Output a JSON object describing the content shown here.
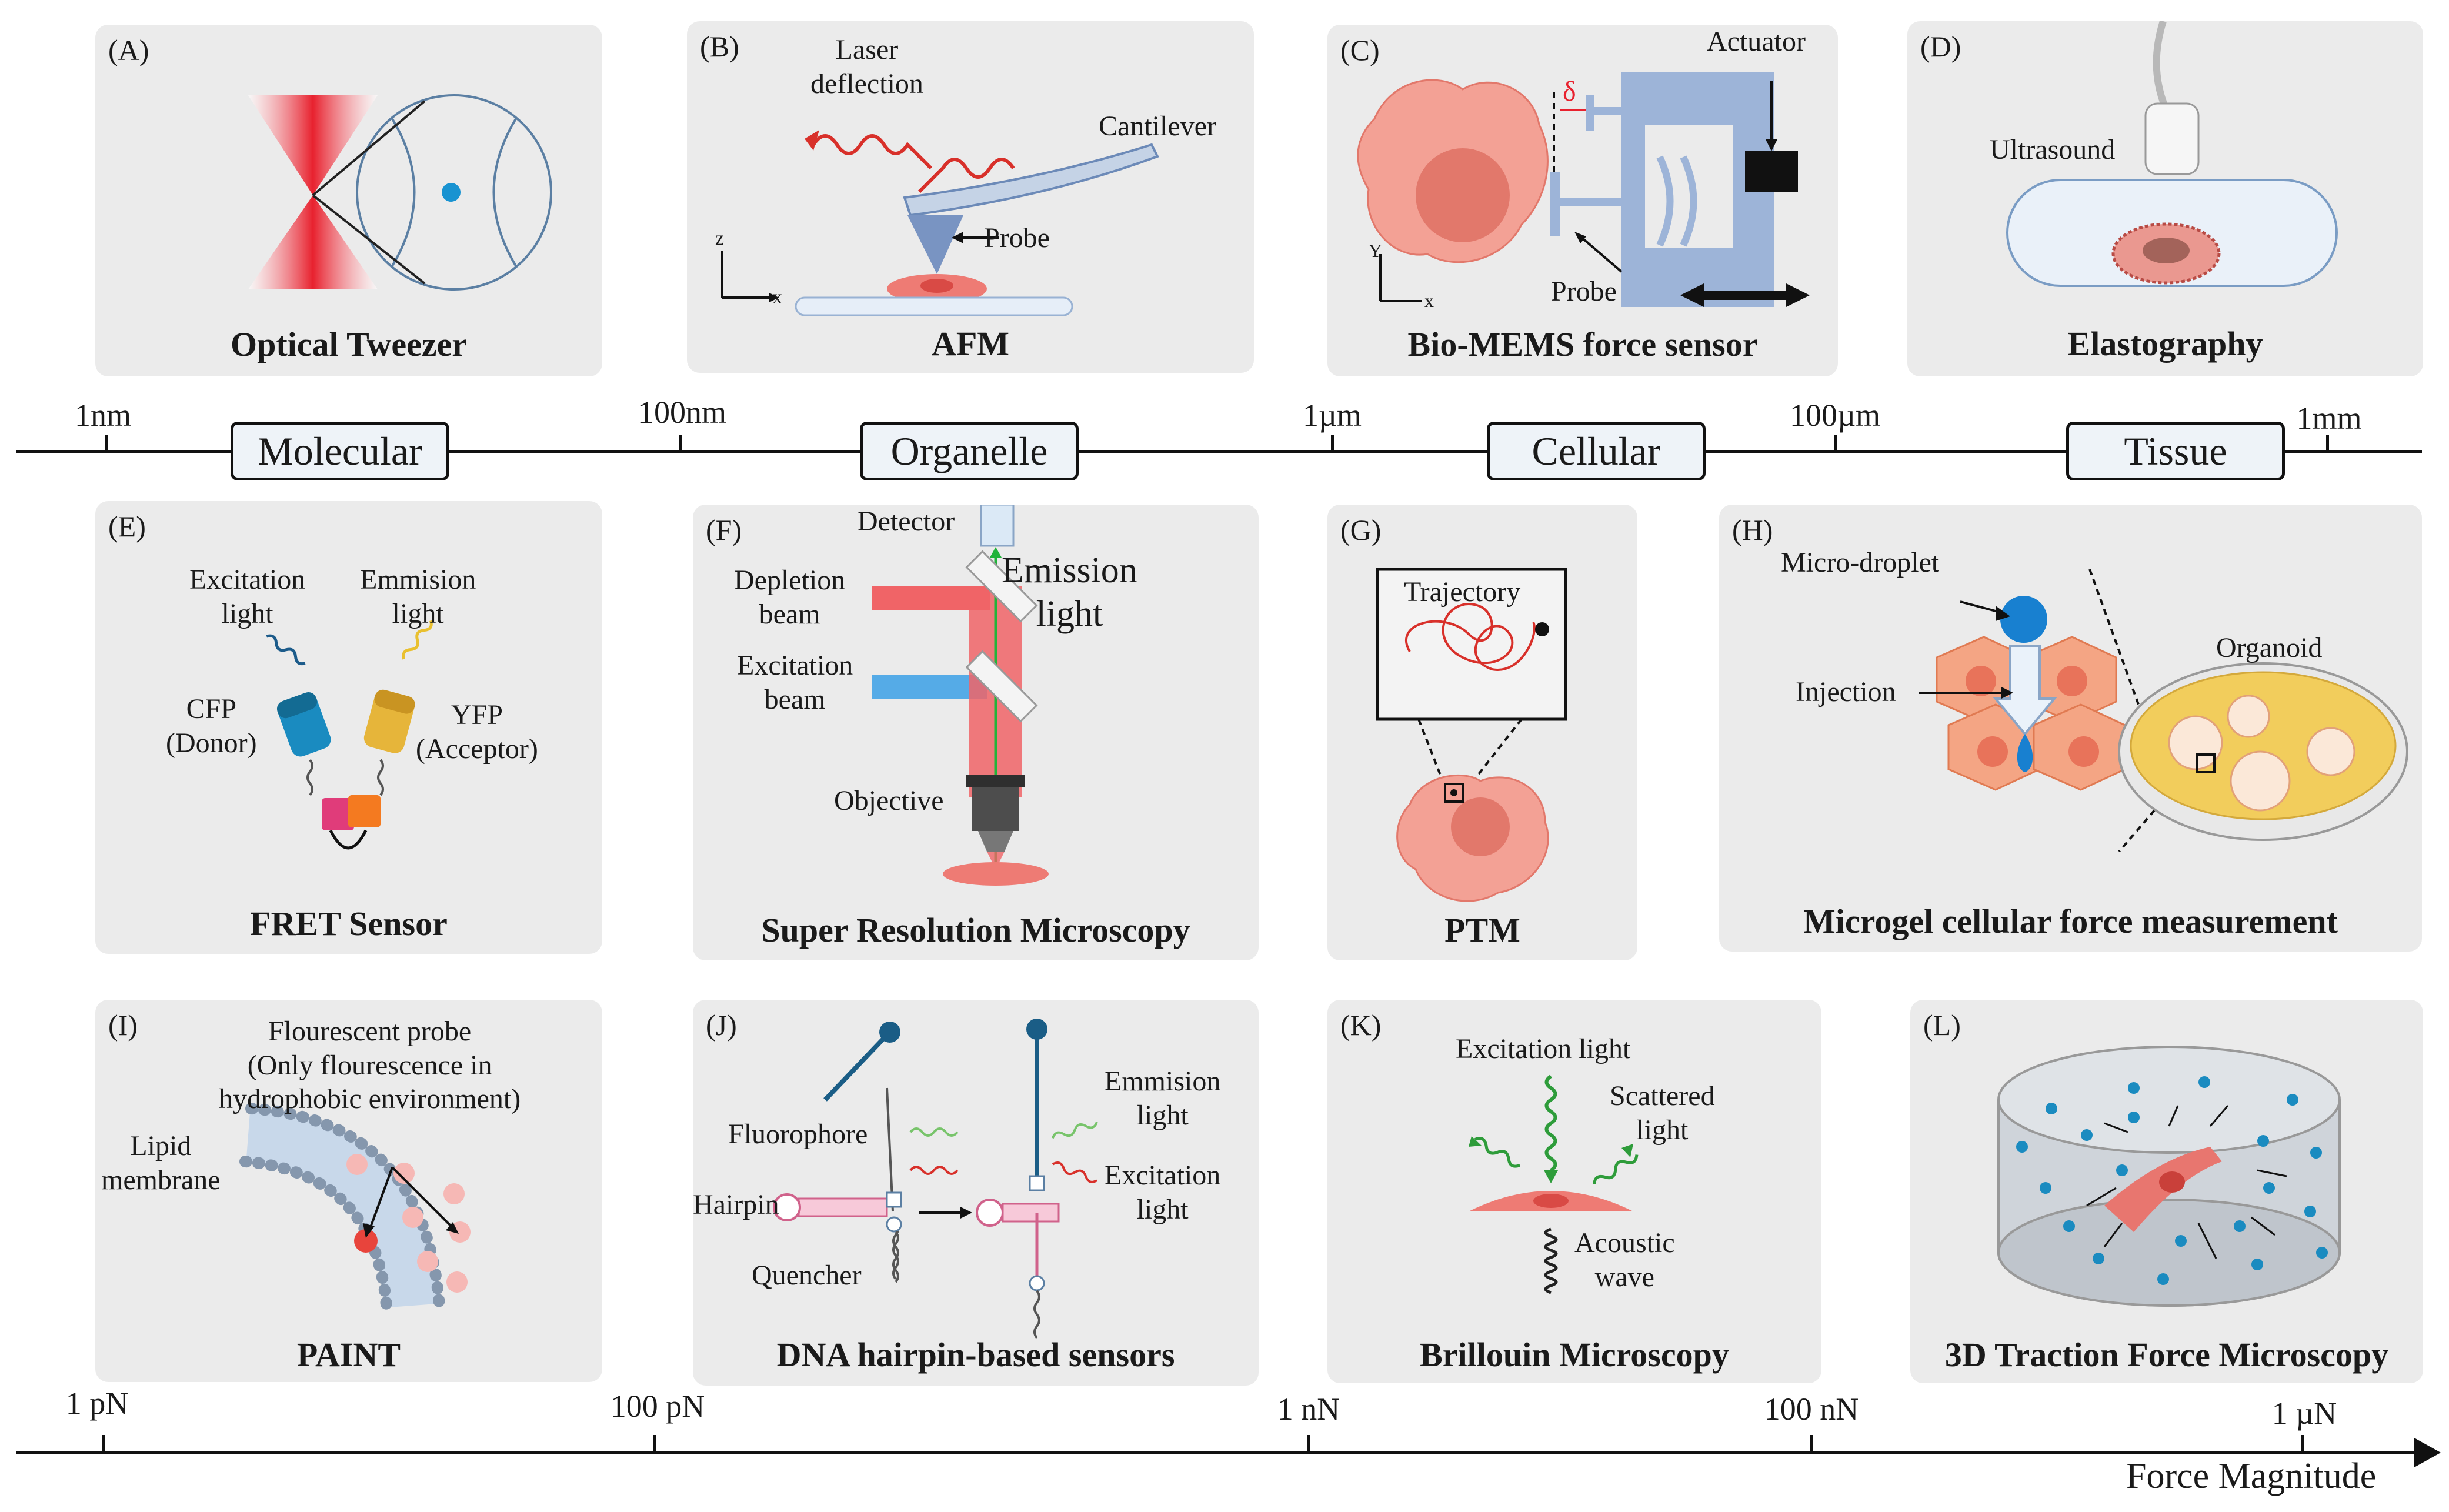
{
  "length_scale": {
    "ticks": [
      "1nm",
      "100nm",
      "1µm",
      "100µm",
      "1mm"
    ],
    "categories": [
      "Molecular",
      "Organelle",
      "Cellular",
      "Tissue"
    ]
  },
  "force_scale": {
    "ticks": [
      "1 pN",
      "100 pN",
      "1 nN",
      "100 nN",
      "1 µN"
    ],
    "title": "Force Magnitude"
  },
  "panels": {
    "A": {
      "letter": "(A)",
      "title": "Optical Tweezer"
    },
    "B": {
      "letter": "(B)",
      "title": "AFM",
      "labels": {
        "laser": "Laser\ndeflection",
        "cantilever": "Cantilever",
        "probe": "Probe",
        "z": "z",
        "x": "x"
      }
    },
    "C": {
      "letter": "(C)",
      "title": "Bio-MEMS force sensor",
      "labels": {
        "actuator": "Actuator",
        "delta": "δ",
        "probe": "Probe",
        "y": "Y",
        "x": "x"
      }
    },
    "D": {
      "letter": "(D)",
      "title": "Elastography",
      "labels": {
        "ultrasound": "Ultrasound"
      }
    },
    "E": {
      "letter": "(E)",
      "title": "FRET Sensor",
      "labels": {
        "excitation": "Excitation\nlight",
        "emission": "Emmision\nlight",
        "cfp": "CFP\n(Donor)",
        "yfp": "YFP\n(Acceptor)"
      }
    },
    "F": {
      "letter": "(F)",
      "title": "Super Resolution Microscopy",
      "labels": {
        "detector": "Detector",
        "emission": "Emission\nlight",
        "depletion": "Depletion\nbeam",
        "excitation": "Excitation\nbeam",
        "objective": "Objective"
      }
    },
    "G": {
      "letter": "(G)",
      "title": "PTM",
      "labels": {
        "trajectory": "Trajectory"
      }
    },
    "H": {
      "letter": "(H)",
      "title": "Microgel cellular force measurement",
      "labels": {
        "droplet": "Micro-droplet",
        "injection": "Injection",
        "organoid": "Organoid"
      }
    },
    "I": {
      "letter": "(I)",
      "title": "PAINT",
      "labels": {
        "probe": "Flourescent probe\n(Only flourescence in\nhydrophobic environment)",
        "lipid": "Lipid\nmembrane"
      }
    },
    "J": {
      "letter": "(J)",
      "title": "DNA hairpin-based sensors",
      "labels": {
        "fluorophore": "Fluorophore",
        "hairpin": "Hairpin",
        "quencher": "Quencher",
        "emission": "Emmision\nlight",
        "excitation": "Excitation\nlight"
      }
    },
    "K": {
      "letter": "(K)",
      "title": "Brillouin Microscopy",
      "labels": {
        "excitation": "Excitation light",
        "scattered": "Scattered\nlight",
        "acoustic": "Acoustic\nwave"
      }
    },
    "L": {
      "letter": "(L)",
      "title": "3D Traction Force Microscopy"
    }
  }
}
